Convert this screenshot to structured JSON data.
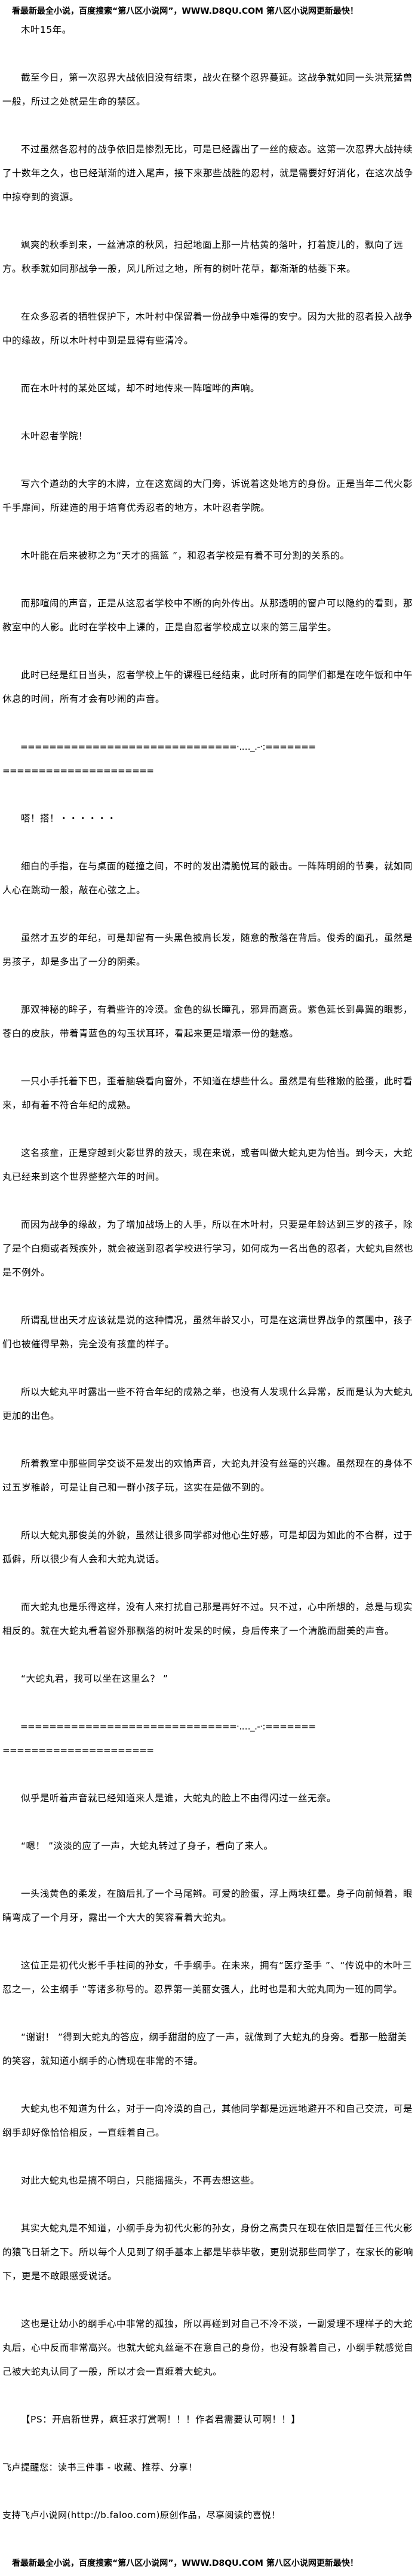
{
  "banner": "看最新最全小说，百度搜索“第八区小说网”，WWW.D8QU.COM 第八区小说网更新最快！",
  "body": [
    {
      "type": "p",
      "text": "木叶15年。"
    },
    {
      "type": "p",
      "text": "截至今日，第一次忍界大战依旧没有结束，战火在整个忍界蔓延。这战争就如同一头洪荒猛兽一般，所过之处就是生命的禁区。"
    },
    {
      "type": "p",
      "text": "不过虽然各忍村的战争依旧是惨烈无比，可是已经露出了一丝的疲态。这第一次忍界大战持续了十数年之久，也已经渐渐的进入尾声，接下来那些战胜的忍村，就是需要好好消化，在这次战争中掠夺到的资源。"
    },
    {
      "type": "p",
      "text": "飒爽的秋季到来，一丝清凉的秋风，扫起地面上那一片枯黄的落叶，打着旋儿的，飘向了远方。秋季就如同那战争一般，风儿所过之地，所有的树叶花草，都渐渐的枯萎下来。"
    },
    {
      "type": "p",
      "text": "在众多忍者的牺牲保护下，木叶村中保留着一份战争中难得的安宁。因为大批的忍者投入战争中的缘故，所以木叶村中到是显得有些清冷。"
    },
    {
      "type": "p",
      "text": "而在木叶村的某处区域，却不时地传来一阵喧哗的声响。"
    },
    {
      "type": "p",
      "text": "木叶忍者学院！"
    },
    {
      "type": "p",
      "text": "写六个遒劲的大字的木牌，立在这宽阔的大门旁，诉说着这处地方的身份。正是当年二代火影千手扉间，所建造的用于培育优秀忍者的地方，木叶忍者学院。"
    },
    {
      "type": "p",
      "text": "木叶能在后来被称之为“天才的摇篮 ”，和忍者学校是有着不可分割的关系的。"
    },
    {
      "type": "p",
      "text": "而那喧闹的声音，正是从这忍者学校中不断的向外传出。从那透明的窗户可以隐约的看到，那教室中的人影。此时在学校中上课的，正是自忍者学校成立以来的第三届学生。"
    },
    {
      "type": "p",
      "text": "此时已经是红日当头，忍者学校上午的课程已经结束，此时所有的同学们都是在吃午饭和中午休息的时间，所有才会有吵闹的声音。"
    },
    {
      "type": "sep",
      "line1": "==============================·.…_.-·:=======",
      "line2": "====================="
    },
    {
      "type": "p",
      "text": "嗒！搭！・・・・・・"
    },
    {
      "type": "p",
      "text": "细白的手指，在与桌面的碰撞之间，不时的发出清脆悦耳的敲击。一阵阵明朗的节奏，就如同人心在跳动一般，敲在心弦之上。"
    },
    {
      "type": "p",
      "text": "虽然才五岁的年纪，可是却留有一头黑色披肩长发，随意的散落在背后。俊秀的面孔，虽然是男孩子，却是多出了一分的阴柔。"
    },
    {
      "type": "p",
      "text": "那双神秘的眸子，有着些许的冷漠。金色的纵长瞳孔，邪异而高贵。紫色延长到鼻翼的眼影，苍白的皮肤，带着青蓝色的勾玉状耳环，看起来更是增添一份的魅惑。"
    },
    {
      "type": "p",
      "text": "一只小手托着下巴，歪着脑袋看向窗外，不知道在想些什么。虽然是有些稚嫩的脸蛋，此时看来，却有着不符合年纪的成熟。"
    },
    {
      "type": "p",
      "text": "这名孩童，正是穿越到火影世界的敖天，现在来说，或者叫做大蛇丸更为恰当。到今天，大蛇丸已经来到这个世界整整六年的时间。"
    },
    {
      "type": "p",
      "text": "而因为战争的缘故，为了增加战场上的人手，所以在木叶村，只要是年龄达到三岁的孩子，除了是个白痴或者残疾外，就会被送到忍者学校进行学习，如何成为一名出色的忍者，大蛇丸自然也是不例外。"
    },
    {
      "type": "p",
      "text": "所谓乱世出天才应该就是说的这种情况，虽然年龄又小，可是在这满世界战争的氛围中，孩子们也被催得早熟，完全没有孩童的样子。"
    },
    {
      "type": "p",
      "text": "所以大蛇丸平时露出一些不符合年纪的成熟之举，也没有人发现什么异常，反而是认为大蛇丸更加的出色。"
    },
    {
      "type": "p",
      "text": "所着教室中那些同学交谈不是发出的欢愉声音，大蛇丸并没有丝毫的兴趣。虽然现在的身体不过五岁稚龄，可是让自己和一群小孩子玩，这实在是做不到的。"
    },
    {
      "type": "p",
      "text": "所以大蛇丸那俊美的外貌，虽然让很多同学都对他心生好感，可是却因为如此的不合群，过于孤僻，所以很少有人会和大蛇丸说话。"
    },
    {
      "type": "p",
      "text": "而大蛇丸也是乐得这样，没有人来打扰自己那是再好不过。只不过，心中所想的，总是与现实相反的。就在大蛇丸看着窗外那飘落的树叶发呆的时候，身后传来了一个清脆而甜美的声音。"
    },
    {
      "type": "p",
      "text": "“大蛇丸君，我可以坐在这里么？ ”"
    },
    {
      "type": "sep",
      "line1": "==============================·.…_.-·:=======",
      "line2": "====================="
    },
    {
      "type": "p",
      "text": "似乎是听着声音就已经知道来人是谁，大蛇丸的脸上不由得闪过一丝无奈。"
    },
    {
      "type": "p",
      "text": "“嗯！ ”淡淡的应了一声，大蛇丸转过了身子，看向了来人。"
    },
    {
      "type": "p",
      "text": "一头浅黄色的柔发，在脑后扎了一个马尾辫。可爱的脸蛋，浮上两块红晕。身子向前倾着，眼睛弯成了一个月牙，露出一个大大的笑容看着大蛇丸。"
    },
    {
      "type": "p",
      "text": "这位正是初代火影千手柱间的孙女，千手纲手。在未来，拥有“医疗圣手 ”、“传说中的木叶三忍之一，公主纲手 ”等诸多称号的。忍界第一美丽女强人，此时也是和大蛇丸同为一班的同学。"
    },
    {
      "type": "p",
      "text": "“谢谢！ ”得到大蛇丸的答应，纲手甜甜的应了一声，就做到了大蛇丸的身旁。看那一脸甜美的笑容，就知道小纲手的心情现在非常的不错。"
    },
    {
      "type": "p",
      "text": "大蛇丸也不知道为什么，对于一向冷漠的自己，其他同学都是远远地避开不和自己交流，可是纲手却好像恰恰相反，一直缠着自己。"
    },
    {
      "type": "p",
      "text": "对此大蛇丸也是搞不明白，只能摇摇头，不再去想这些。"
    },
    {
      "type": "p",
      "text": "其实大蛇丸是不知道，小纲手身为初代火影的孙女，身份之高贵只在现在依旧是暂任三代火影的猿飞日斩之下。所以每个人见到了纲手基本上都是毕恭毕敬，更别说那些同学了，在家长的影响下，更是不敢跟感受说话。"
    },
    {
      "type": "p",
      "text": "这也是让幼小的纲手心中非常的孤独，所以再碰到对自己不冷不淡，一副爱理不理样子的大蛇丸后，心中反而非常高兴。也就大蛇丸丝毫不在意自己的身份，也没有躲着自己，小纲手就感觉自己被大蛇丸认同了一般，所以才会一直缠着大蛇丸。"
    },
    {
      "type": "p",
      "text": "【PS：开启新世界，疯狂求打赏啊！！！作者君需要认可啊！！】"
    },
    {
      "type": "note",
      "text": "飞卢提醒您：读书三件事 - 收藏、推荐、分享！"
    },
    {
      "type": "note",
      "text": "支持飞卢小说网(http://b.faloo.com)原创作品，尽享阅读的喜悦！"
    }
  ],
  "footer_banner": "看最新最全小说，百度搜索“第八区小说网”，WWW.D8QU.COM 第八区小说网更新最快！"
}
